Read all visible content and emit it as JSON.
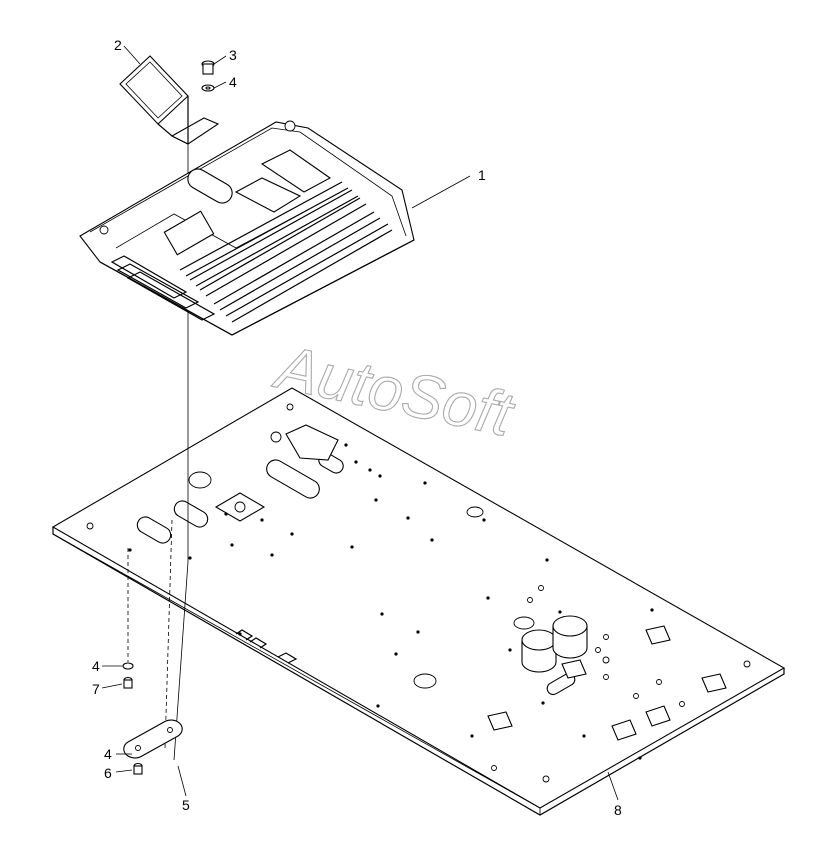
{
  "diagram": {
    "watermark": "AutoSoft",
    "callouts": [
      "1",
      "2",
      "3",
      "4",
      "4",
      "7",
      "4",
      "6",
      "5",
      "8"
    ]
  }
}
